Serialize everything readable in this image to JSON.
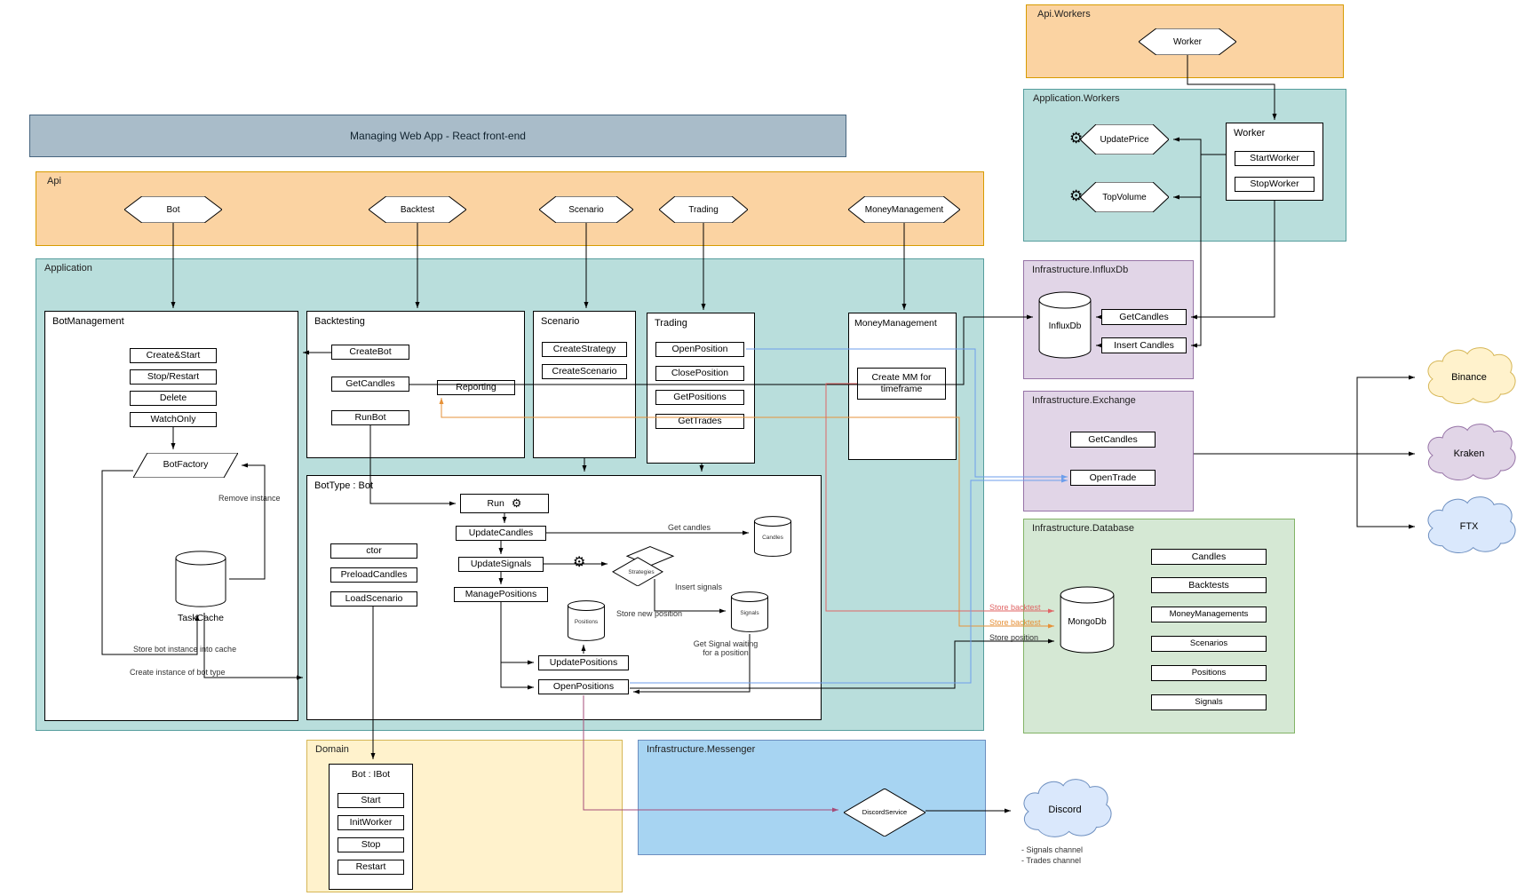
{
  "webapp": {
    "title": "Managing Web App - React front-end"
  },
  "api": {
    "label": "Api",
    "endpoints": [
      "Bot",
      "Backtest",
      "Scenario",
      "Trading",
      "MoneyManagement"
    ]
  },
  "api_workers": {
    "label": "Api.Workers",
    "worker": "Worker"
  },
  "application_workers": {
    "label": "Application.Workers",
    "update_price": "UpdatePrice",
    "top_volume": "TopVolume",
    "worker": {
      "title": "Worker",
      "start": "StartWorker",
      "stop": "StopWorker"
    }
  },
  "application": {
    "label": "Application",
    "bot_management": {
      "label": "BotManagement",
      "buttons": [
        "Create&Start",
        "Stop/Restart",
        "Delete",
        "WatchOnly"
      ],
      "bot_factory": "BotFactory",
      "task_cache": "TaskCache",
      "notes": {
        "remove": "Remove instance",
        "store": "Store bot instance into cache",
        "create": "Create instance of bot type"
      }
    },
    "backtesting": {
      "label": "Backtesting",
      "create_bot": "CreateBot",
      "get_candles": "GetCandles",
      "run_bot": "RunBot",
      "reporting": "Reporting"
    },
    "scenario": {
      "label": "Scenario",
      "create_strategy": "CreateStrategy",
      "create_scenario": "CreateScenario"
    },
    "trading": {
      "label": "Trading",
      "open_position": "OpenPosition",
      "close_position": "ClosePosition",
      "get_positions": "GetPositions",
      "get_trades": "GetTrades"
    },
    "money_management": {
      "label": "MoneyManagement",
      "create_mm": "Create MM for timeframe"
    },
    "bot_type": {
      "label": "BotType : Bot",
      "run": "Run",
      "update_candles": "UpdateCandles",
      "update_signals": "UpdateSignals",
      "manage_positions": "ManagePositions",
      "ctor": "ctor",
      "preload_candles": "PreloadCandles",
      "load_scenario": "LoadScenario",
      "update_positions": "UpdatePositions",
      "open_positions": "OpenPositions",
      "candles_store": "Candles",
      "positions_store": "Positions",
      "signals_store": "Signals",
      "strategies": "Strategies",
      "notes": {
        "get_candles": "Get candles",
        "insert_signals": "Insert signals",
        "store_new_position": "Store new position",
        "get_signal": "Get Signal waiting for a position"
      }
    }
  },
  "influxdb": {
    "label": "Infrastructure.InfluxDb",
    "db": "InfluxDb",
    "get_candles": "GetCandles",
    "insert_candles": "Insert Candles"
  },
  "exchange": {
    "label": "Infrastructure.Exchange",
    "get_candles": "GetCandles",
    "open_trade": "OpenTrade"
  },
  "database": {
    "label": "Infrastructure.Database",
    "db": "MongoDb",
    "collections": [
      "Candles",
      "Backtests",
      "MoneyManagements",
      "Scenarios",
      "Positions",
      "Signals"
    ]
  },
  "domain": {
    "label": "Domain",
    "bot": {
      "title": "Bot : IBot",
      "start": "Start",
      "init_worker": "InitWorker",
      "stop": "Stop",
      "restart": "Restart"
    }
  },
  "messenger": {
    "label": "Infrastructure.Messenger",
    "service": "DiscordService"
  },
  "externals": {
    "binance": "Binance",
    "kraken": "Kraken",
    "ftx": "FTX",
    "discord": "Discord"
  },
  "edge_labels": {
    "store_backtest_red": "Store backtest",
    "store_backtest_orange": "Store backtest",
    "store_position": "Store position"
  },
  "discord_notes": {
    "line1": "- Signals channel",
    "line2": "- Trades channel"
  },
  "icons": {
    "gear": "⚙"
  },
  "colors": {
    "gray_fill": "#a9bcc9",
    "gray_border": "#47657f",
    "orange_fill": "#fbd3a2",
    "orange_border": "#d79b00",
    "teal_fill": "#b9dedc",
    "teal_border": "#569d9d",
    "purple_fill": "#e1d5e7",
    "purple_border": "#9673a6",
    "green_fill": "#d5e8d4",
    "green_border": "#82b366",
    "yellow_fill": "#fff2cc",
    "yellow_border": "#d6b656",
    "blue_fill": "#a7d4f2",
    "blue_border": "#6c8ebf",
    "edge_red": "#e06666",
    "edge_orange": "#e69138",
    "edge_blue": "#6d9eeb",
    "edge_purple": "#a64d79"
  }
}
